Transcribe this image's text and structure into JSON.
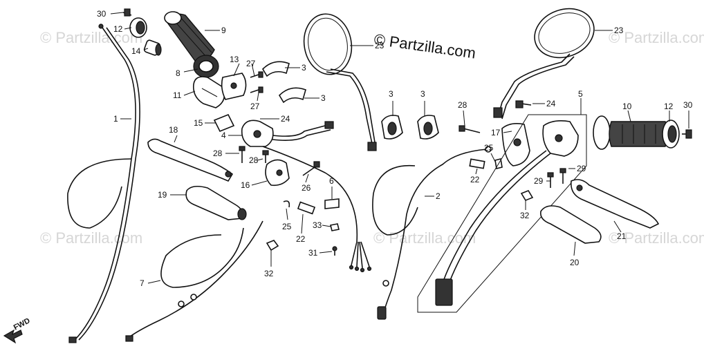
{
  "watermarks": {
    "main": "© Partzilla.com",
    "faint": [
      "© Partzilla.com",
      "© Partzilla.com",
      "© Partzilla.com",
      "© Partzilla.com",
      "© Partzilla.com"
    ]
  },
  "direction_label": "FWD",
  "callouts": {
    "c30a": "30",
    "c12a": "12",
    "c14": "14",
    "c9": "9",
    "c8": "8",
    "c13": "13",
    "c27a": "27",
    "c3a": "3",
    "c11": "11",
    "c27b": "27",
    "c3b": "3",
    "c15": "15",
    "c24a": "24",
    "c4": "4",
    "c18": "18",
    "c28a": "28",
    "c28b": "28",
    "c16": "16",
    "c26": "26",
    "c6": "6",
    "c19": "19",
    "c1": "1",
    "c25a": "25",
    "c22a": "22",
    "c33": "33",
    "c31": "31",
    "c32a": "32",
    "c7": "7",
    "c23a": "23",
    "c23b": "23",
    "c3c": "3",
    "c3d": "3",
    "c28c": "28",
    "c24b": "24",
    "c5": "5",
    "c17": "17",
    "c25b": "25",
    "c22b": "22",
    "c29a": "29",
    "c29b": "29",
    "c10": "10",
    "c12b": "12",
    "c30b": "30",
    "c2": "2",
    "c32b": "32",
    "c21": "21",
    "c20": "20"
  }
}
